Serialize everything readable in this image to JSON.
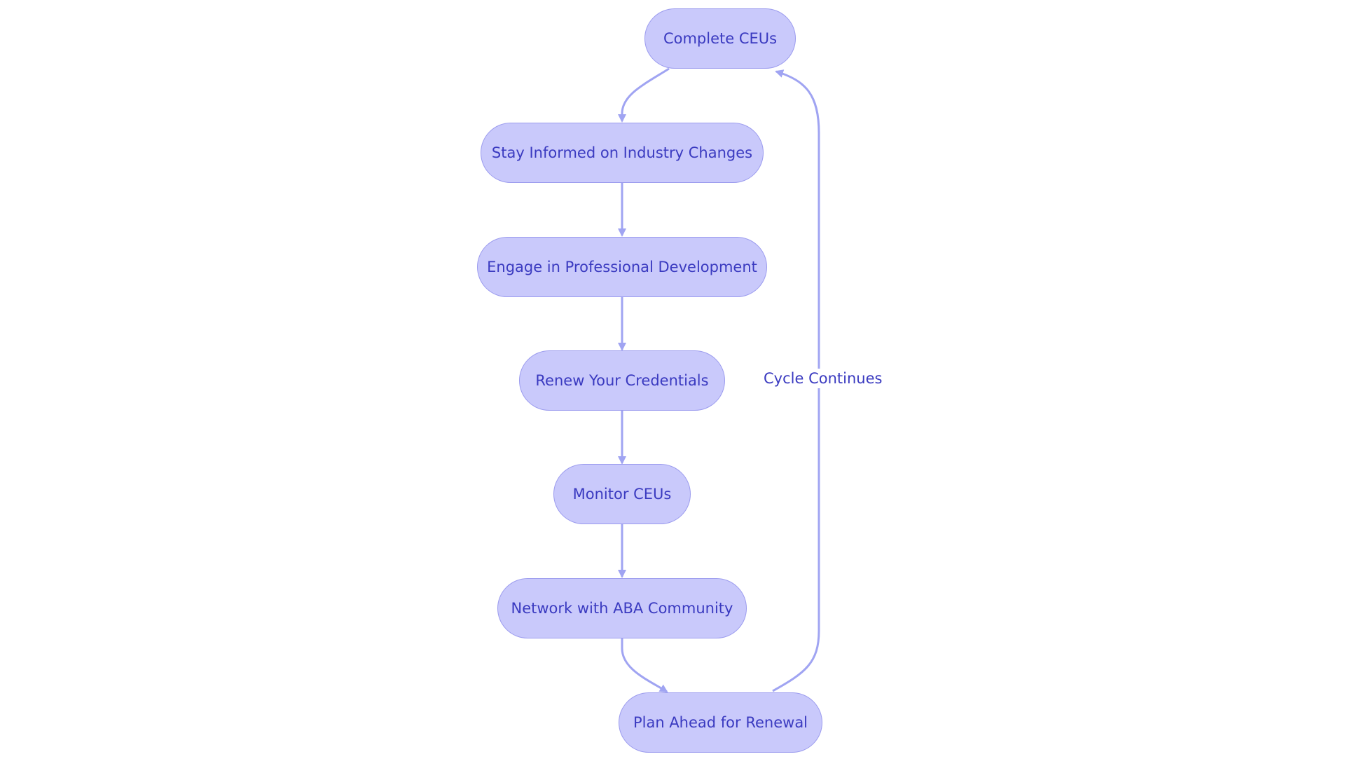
{
  "diagram": {
    "nodes": [
      {
        "id": "complete",
        "label": "Complete CEUs"
      },
      {
        "id": "informed",
        "label": "Stay Informed on Industry Changes"
      },
      {
        "id": "engage",
        "label": "Engage in Professional Development"
      },
      {
        "id": "renew",
        "label": "Renew Your Credentials"
      },
      {
        "id": "monitor",
        "label": "Monitor CEUs"
      },
      {
        "id": "network",
        "label": "Network with ABA Community"
      },
      {
        "id": "plan",
        "label": "Plan Ahead for Renewal"
      }
    ],
    "edges": [
      {
        "from": "complete",
        "to": "informed",
        "label": ""
      },
      {
        "from": "informed",
        "to": "engage",
        "label": ""
      },
      {
        "from": "engage",
        "to": "renew",
        "label": ""
      },
      {
        "from": "renew",
        "to": "monitor",
        "label": ""
      },
      {
        "from": "monitor",
        "to": "network",
        "label": ""
      },
      {
        "from": "network",
        "to": "plan",
        "label": ""
      },
      {
        "from": "plan",
        "to": "complete",
        "label": "Cycle Continues"
      }
    ],
    "colors": {
      "node_fill": "#c9c9fb",
      "node_border": "#9b9bee",
      "text": "#3a3ac0",
      "edge": "#a0a4f2"
    }
  }
}
